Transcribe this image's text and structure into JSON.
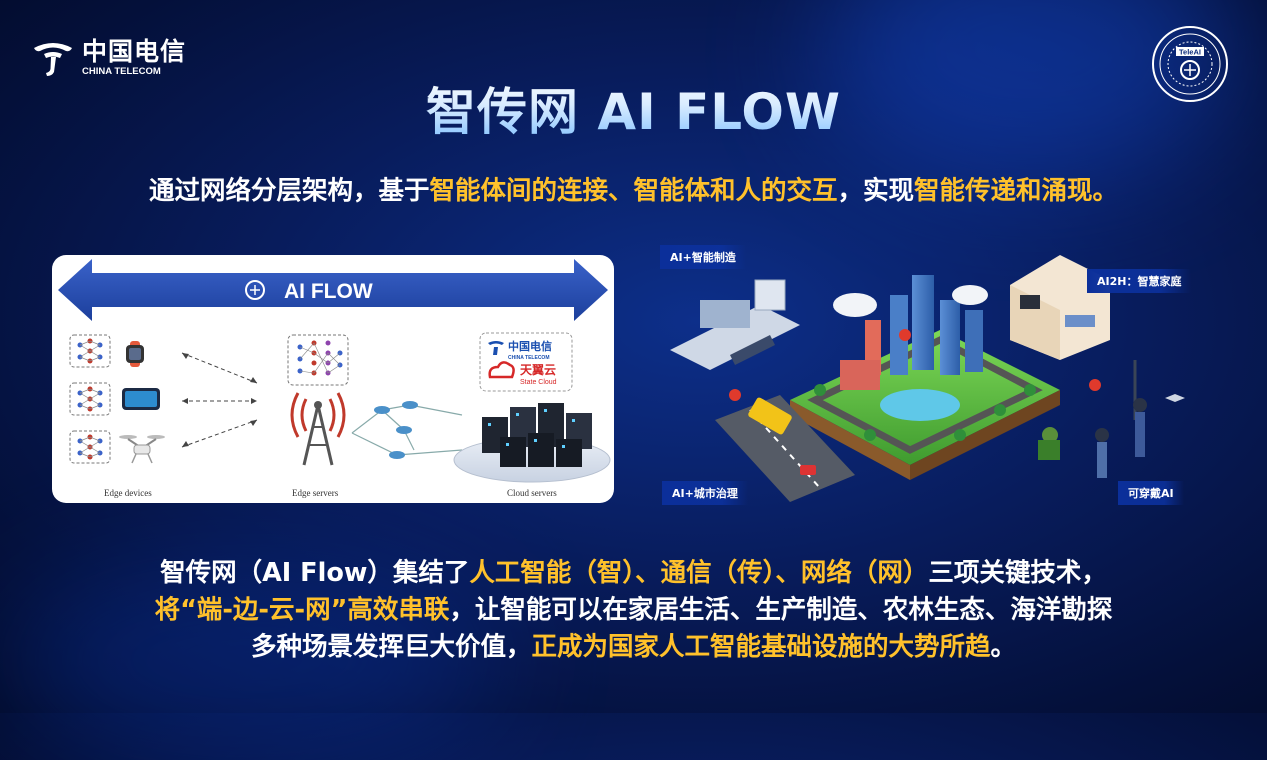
{
  "header": {
    "logo_cn": "中国电信",
    "logo_en": "CHINA TELECOM",
    "seal_label": "TeleAI"
  },
  "title": "智传网 AI FLOW",
  "subtitle": {
    "p1": "通过网络分层架构，基于",
    "h1": "智能体间的连接、智能体和人的交互",
    "p2": "，实现",
    "h2": "智能传递和涌现。"
  },
  "diagram": {
    "banner": "AI FLOW",
    "edge_devices": "Edge devices",
    "edge_servers": "Edge servers",
    "cloud_servers": "Cloud servers",
    "cloud_logo_cn": "中国电信",
    "cloud_logo_en": "CHINA TELECOM",
    "tianyi_cn": "天翼云",
    "tianyi_en": "State Cloud"
  },
  "scene": {
    "tag_manufacturing": "AI+智能制造",
    "tag_home": "AI2H：智慧家庭",
    "tag_city": "AI+城市治理",
    "tag_wearable": "可穿戴AI"
  },
  "bottom": {
    "l1_p1": "智传网（AI Flow）集结了",
    "l1_h1": "人工智能（智）、通信（传）、网络（网）",
    "l1_p2": "三项关键技术，",
    "l2_h1": "将“端-边-云-网”高效串联",
    "l2_p1": "，让智能可以在家居生活、生产制造、农林生态、海洋勘探",
    "l3_p1": "多种场景发挥巨大价值，",
    "l3_h1": "正成为国家人工智能基础设施的大势所趋",
    "l3_p2": "。"
  },
  "colors": {
    "highlight": "#ffc12b",
    "background": "#081c5c"
  }
}
